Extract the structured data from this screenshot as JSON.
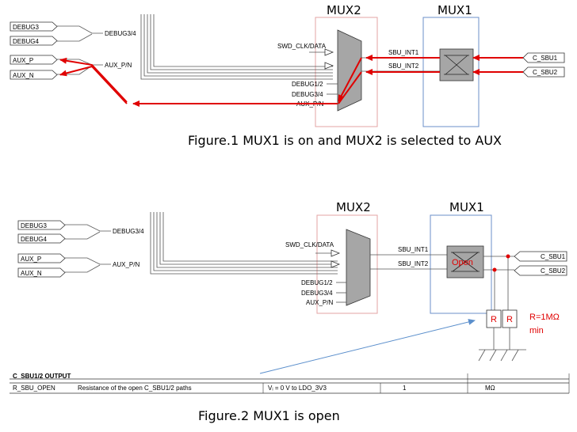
{
  "colors": {
    "signal": "#e00000",
    "mux_fill": "#a6a6a6",
    "box_outline": "#6b8fc9",
    "pink": "#e3a3a3",
    "arrow_blue": "#5b8fcc"
  },
  "fig1": {
    "mux2": "MUX2",
    "mux1": "MUX1",
    "debug3": "DEBUG3",
    "debug4": "DEBUG4",
    "debug34": "DEBUG3/4",
    "aux_p": "AUX_P",
    "aux_n": "AUX_N",
    "aux_pn": "AUX_P/N",
    "swd": "SWD_CLK/DATA",
    "debug12_in": "DEBUG1/2",
    "debug34_in": "DEBUG3/4",
    "auxpn_in": "AUX_P/N",
    "sbu_int1": "SBU_INT1",
    "sbu_int2": "SBU_INT2",
    "c_sbu1": "C_SBU1",
    "c_sbu2": "C_SBU2",
    "caption": "Figure.1 MUX1 is on and MUX2 is selected to AUX"
  },
  "fig2": {
    "mux2": "MUX2",
    "mux1": "MUX1",
    "debug3": "DEBUG3",
    "debug4": "DEBUG4",
    "debug34": "DEBUG3/4",
    "aux_p": "AUX_P",
    "aux_n": "AUX_N",
    "aux_pn": "AUX_P/N",
    "swd": "SWD_CLK/DATA",
    "debug12_in": "DEBUG1/2",
    "debug34_in": "DEBUG3/4",
    "auxpn_in": "AUX_P/N",
    "sbu_int1": "SBU_INT1",
    "sbu_int2": "SBU_INT2",
    "c_sbu1": "C_SBU1",
    "c_sbu2": "C_SBU2",
    "open": "Open",
    "resistor1": "R",
    "resistor2": "R",
    "r_value": "R=1MΩ",
    "r_min": "min",
    "table_title": "C_SBU1/2 OUTPUT",
    "table_row": {
      "param": "R_SBU_OPEN",
      "desc": "Resistance of the open C_SBU1/2 paths",
      "cond": "Vᵢ = 0 V to LDO_3V3",
      "value": "1",
      "unit": "MΩ"
    },
    "caption": "Figure.2 MUX1 is open"
  }
}
